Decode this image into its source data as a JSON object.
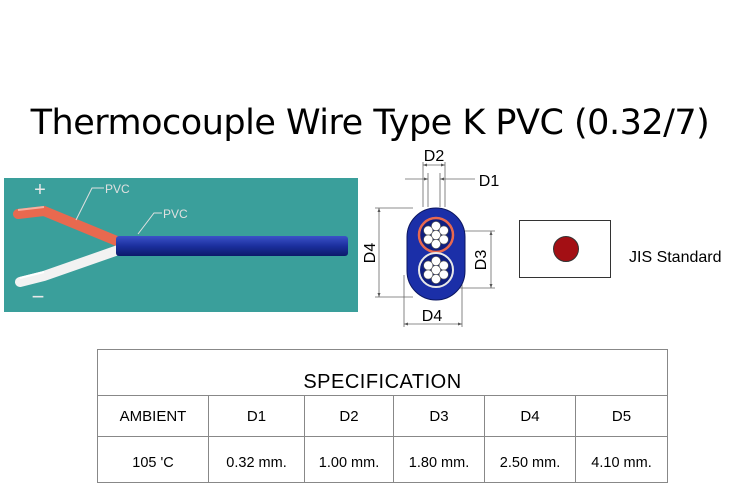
{
  "title": "Thermocouple Wire Type K PVC (0.32/7)",
  "wire_photo": {
    "background": "#3a9f9b",
    "jacket_color": "#1b2f9e",
    "positive_color": "#e8694f",
    "negative_color": "#f2f2f2",
    "plus_label": "+",
    "minus_label": "−",
    "callout_inner": "PVC",
    "callout_outer": "PVC"
  },
  "cross_section": {
    "dim_d1": "D1",
    "dim_d2": "D2",
    "dim_d3": "D3",
    "dim_d4_vertical": "D4",
    "dim_d4_horizontal": "D4",
    "jacket_color": "#1b2fa8",
    "core_ring_color": "#e8694f"
  },
  "standard": {
    "label": "JIS Standard",
    "dot_color": "#a30f14"
  },
  "spec_table": {
    "title": "SPECIFICATION",
    "headers": [
      "AMBIENT",
      "D1",
      "D2",
      "D3",
      "D4",
      "D5"
    ],
    "values": [
      "105 'C",
      "0.32  mm.",
      "1.00  mm.",
      "1.80  mm.",
      "2.50  mm.",
      "4.10  mm."
    ]
  }
}
